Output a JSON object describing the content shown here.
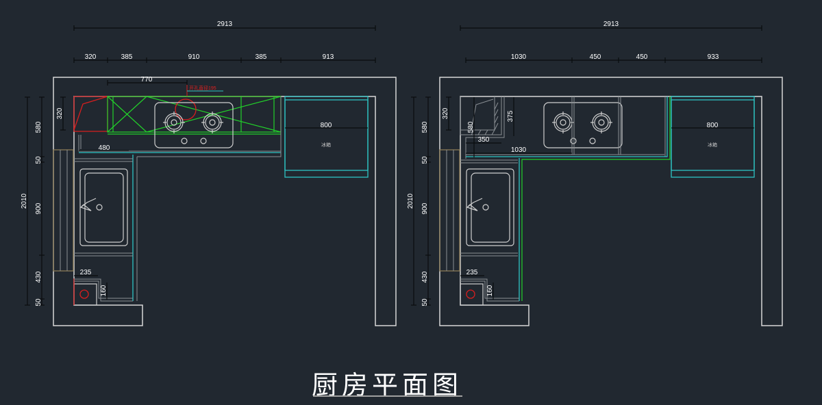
{
  "title": "厨房平面图",
  "colors": {
    "background": "#212830",
    "wall": "#d8d8d8",
    "cabinet_cyan": "#2ec4c4",
    "cabinet_green": "#22d12a",
    "annotation_red": "#d81e1e",
    "tan": "#8a7a55",
    "dim_text": "#ffffff"
  },
  "plans": [
    {
      "name": "left-plan",
      "overall_width": "2913",
      "top_segments": [
        "320",
        "385",
        "910",
        "385",
        "913"
      ],
      "upper_dim": "770",
      "annotation": "开孔直径195",
      "left_total": "2010",
      "left_segments": [
        "580",
        "50",
        "900",
        "430",
        "50"
      ],
      "inner_dims": {
        "a": "320",
        "b": "480",
        "c": "235",
        "d": "160"
      },
      "fridge_width": "800",
      "fridge_label": "冰箱"
    },
    {
      "name": "right-plan",
      "overall_width": "2913",
      "top_segments": [
        "1030",
        "450",
        "450",
        "933"
      ],
      "left_total": "2010",
      "left_segments": [
        "580",
        "50",
        "900",
        "430",
        "50"
      ],
      "inner_dims": {
        "a": "320",
        "b": "580",
        "c": "375",
        "d": "350",
        "e": "1030",
        "f": "235",
        "g": "160"
      },
      "fridge_width": "800",
      "fridge_label": "冰箱"
    }
  ]
}
